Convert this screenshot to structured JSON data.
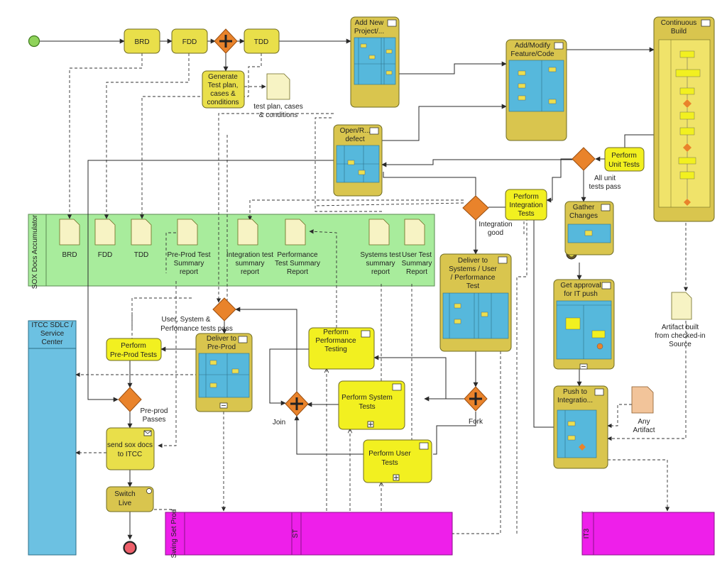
{
  "colors": {
    "pool_green": "#a8ec9c",
    "pool_blue": "#6cc1e2",
    "lane_magenta": "#ee1fea",
    "task": "#e9df4a",
    "task_light": "#f2f020",
    "gateway": "#e9832b",
    "start": "#8fd35a",
    "end": "#ee5f6a"
  },
  "pools": {
    "sox_docs": "SOX Docs Accumulator",
    "itcc": "ITCC SDLC / Service Center",
    "swing_set": "Swing Set Prod",
    "st": "ST",
    "it3": "IT3"
  },
  "tasks": {
    "brd": "BRD",
    "fdd": "FDD",
    "tdd": "TDD",
    "generate_tests": [
      "Generate",
      "Test plan,",
      "cases &",
      "conditions"
    ],
    "add_project": [
      "Add New",
      "Project/..."
    ],
    "add_feature": [
      "Add/Modify",
      "Feature/Code"
    ],
    "continuous_build": [
      "Continuous",
      "Build"
    ],
    "open_defect": [
      "Open/R...",
      "defect"
    ],
    "perform_unit_tests": [
      "Perform",
      "Unit Tests"
    ],
    "perform_integration_tests": [
      "Perform",
      "Integration",
      "Tests"
    ],
    "gather_changes": [
      "Gather",
      "Changes"
    ],
    "deliver_systems": [
      "Deliver to",
      "Systems / User",
      "/ Performance",
      "Test"
    ],
    "get_approval": [
      "Get approval",
      "for IT push"
    ],
    "perform_performance_testing": [
      "Perform",
      "Performance",
      "Testing"
    ],
    "deliver_preprod": [
      "Deliver to",
      "Pre-Prod"
    ],
    "perform_preprod_tests": [
      "Perform",
      "Pre-Prod Tests"
    ],
    "perform_system_tests": [
      "Perform System",
      "Tests"
    ],
    "perform_user_tests": [
      "Perform User",
      "Tests"
    ],
    "push_integration": [
      "Push to",
      "Integratio..."
    ],
    "send_sox": [
      "send sox docs",
      "to ITCC"
    ],
    "switch_live": [
      "Switch",
      "Live"
    ]
  },
  "docs": {
    "test_plan": [
      "test plan, cases",
      "& conditions"
    ],
    "brd": "BRD",
    "fdd": "FDD",
    "tdd": "TDD",
    "preprod_report": [
      "Pre-Prod Test",
      "Summary",
      "report"
    ],
    "integration_report": [
      "Integration test",
      "summary",
      "report"
    ],
    "performance_report": [
      "Performance",
      "Test Summary",
      "Report"
    ],
    "systems_report": [
      "Systems test",
      "summary",
      "report"
    ],
    "user_report": [
      "User Test",
      "Summary",
      "Report"
    ],
    "artifact_built": [
      "Artifact built",
      "from checked-in",
      "Source"
    ],
    "any_artifact": [
      "Any",
      "Artifact"
    ]
  },
  "labels": {
    "all_unit_tests_pass": [
      "All unit",
      "tests pass"
    ],
    "integration_good": [
      "Integration",
      "good"
    ],
    "ust_pass": [
      "User, System &",
      "Perfomance tests pass"
    ],
    "preprod_passes": [
      "Pre-prod",
      "Passes"
    ],
    "join": "Join",
    "fork": "Fork"
  }
}
